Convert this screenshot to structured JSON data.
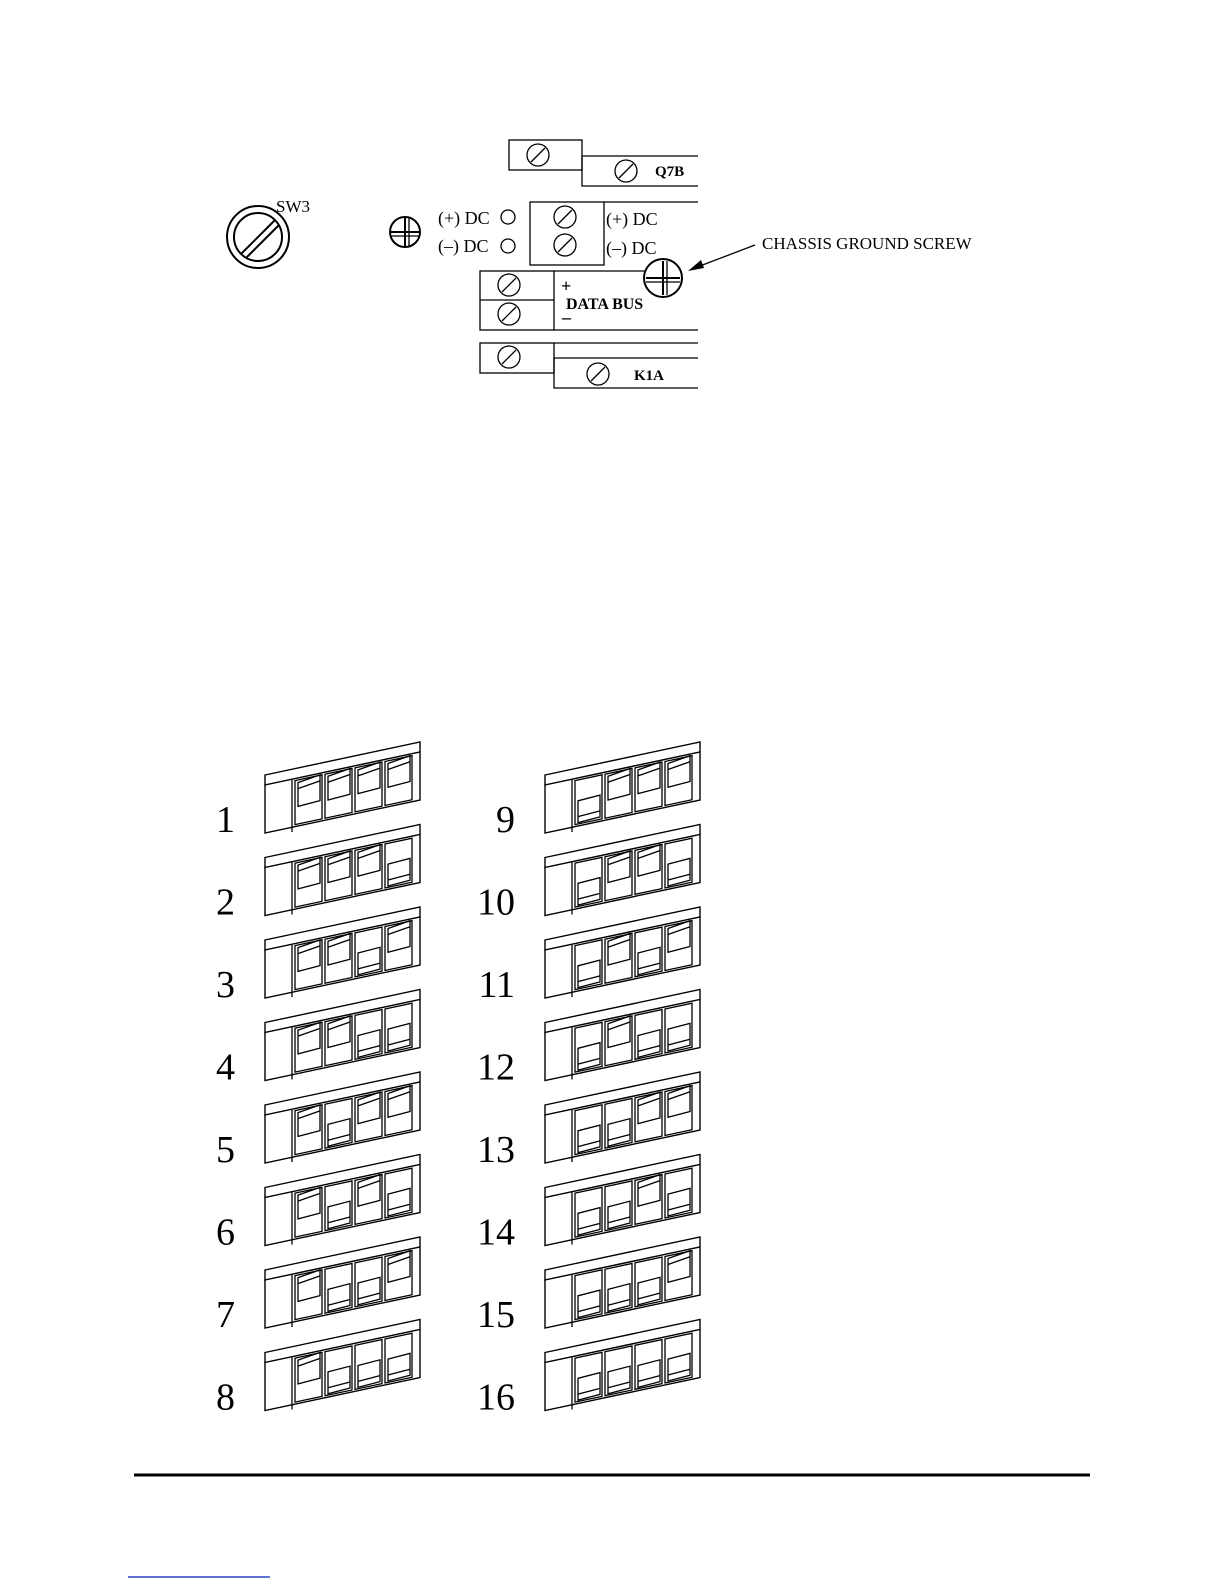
{
  "labels": {
    "sw3": "SW3",
    "q7b": "Q7B",
    "dc_pos_left": "(+) DC",
    "dc_neg_left": "(–) DC",
    "dc_pos_right": "(+) DC",
    "dc_neg_right": "(–) DC",
    "chassis_ground": "CHASSIS GROUND SCREW",
    "data_bus_plus": "+",
    "data_bus": "DATA BUS",
    "data_bus_minus": "–",
    "k1a": "K1A"
  },
  "dip_settings": [
    {
      "label": "1",
      "switches": [
        "up",
        "up",
        "up",
        "up"
      ]
    },
    {
      "label": "2",
      "switches": [
        "up",
        "up",
        "up",
        "down"
      ]
    },
    {
      "label": "3",
      "switches": [
        "up",
        "up",
        "down",
        "up"
      ]
    },
    {
      "label": "4",
      "switches": [
        "up",
        "up",
        "down",
        "down"
      ]
    },
    {
      "label": "5",
      "switches": [
        "up",
        "down",
        "up",
        "up"
      ]
    },
    {
      "label": "6",
      "switches": [
        "up",
        "down",
        "up",
        "down"
      ]
    },
    {
      "label": "7",
      "switches": [
        "up",
        "down",
        "down",
        "up"
      ]
    },
    {
      "label": "8",
      "switches": [
        "up",
        "down",
        "down",
        "down"
      ]
    },
    {
      "label": "9",
      "switches": [
        "down",
        "up",
        "up",
        "up"
      ]
    },
    {
      "label": "10",
      "switches": [
        "down",
        "up",
        "up",
        "down"
      ]
    },
    {
      "label": "11",
      "switches": [
        "down",
        "up",
        "down",
        "up"
      ]
    },
    {
      "label": "12",
      "switches": [
        "down",
        "up",
        "down",
        "down"
      ]
    },
    {
      "label": "13",
      "switches": [
        "down",
        "down",
        "up",
        "up"
      ]
    },
    {
      "label": "14",
      "switches": [
        "down",
        "down",
        "up",
        "down"
      ]
    },
    {
      "label": "15",
      "switches": [
        "down",
        "down",
        "down",
        "up"
      ]
    },
    {
      "label": "16",
      "switches": [
        "down",
        "down",
        "down",
        "down"
      ]
    }
  ]
}
